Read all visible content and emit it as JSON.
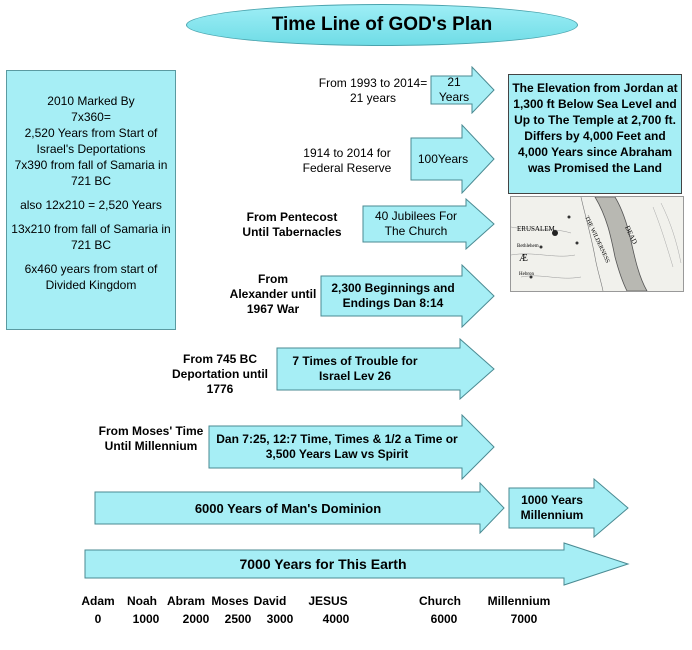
{
  "title": "Time Line of GOD's Plan",
  "left_box": {
    "lines": [
      "2010  Marked By",
      "7x360=",
      "2,520 Years from Start of Israel's Deportations",
      "7x390 from fall of Samaria in 721 BC",
      "also 12x210 = 2,520 Years",
      "13x210 from fall of Samaria in 721 BC",
      "6x460 years from start of Divided Kingdom"
    ]
  },
  "rows": [
    {
      "label": "From 1993 to 2014= 21 years",
      "arrow": "21 Years"
    },
    {
      "label": "1914 to 2014 for Federal Reserve",
      "arrow": "100Years"
    },
    {
      "label": "From Pentecost Until Tabernacles",
      "arrow": "40 Jubilees For The Church"
    },
    {
      "label": "From Alexander until 1967 War",
      "arrow": "2,300 Beginnings and Endings Dan 8:14"
    },
    {
      "label": "From 745 BC Deportation until 1776",
      "arrow": "7 Times of Trouble for Israel Lev 26"
    },
    {
      "label": "From Moses' Time Until Millennium",
      "arrow": "Dan 7:25, 12:7  Time, Times & 1/2 a Time or 3,500 Years Law vs Spirit"
    }
  ],
  "elevation_box": "The Elevation from Jordan at 1,300 ft Below Sea Level and Up to The Temple at 2,700 ft. Differs by 4,000 Feet and 4,000 Years since Abraham was Promised the Land",
  "map_labels": [
    "ERUSALEM",
    "Bethlehem",
    "Hebron",
    "THE WILDERNESS",
    "DEAD",
    "Æ"
  ],
  "dominion_arrow": "6000 Years of Man's Dominion",
  "millennium_arrow": "1000 Years Millennium",
  "earth_arrow": "7000 Years for This Earth",
  "timeline_names": [
    "Adam",
    "Noah",
    "Abram",
    "Moses",
    "David",
    "JESUS",
    "Church",
    "Millennium"
  ],
  "timeline_years": [
    "0",
    "1000",
    "2000",
    "2500",
    "3000",
    "4000",
    "6000",
    "7000"
  ],
  "colors": {
    "fill": "#a6eef5",
    "stroke": "#4a8a92"
  }
}
